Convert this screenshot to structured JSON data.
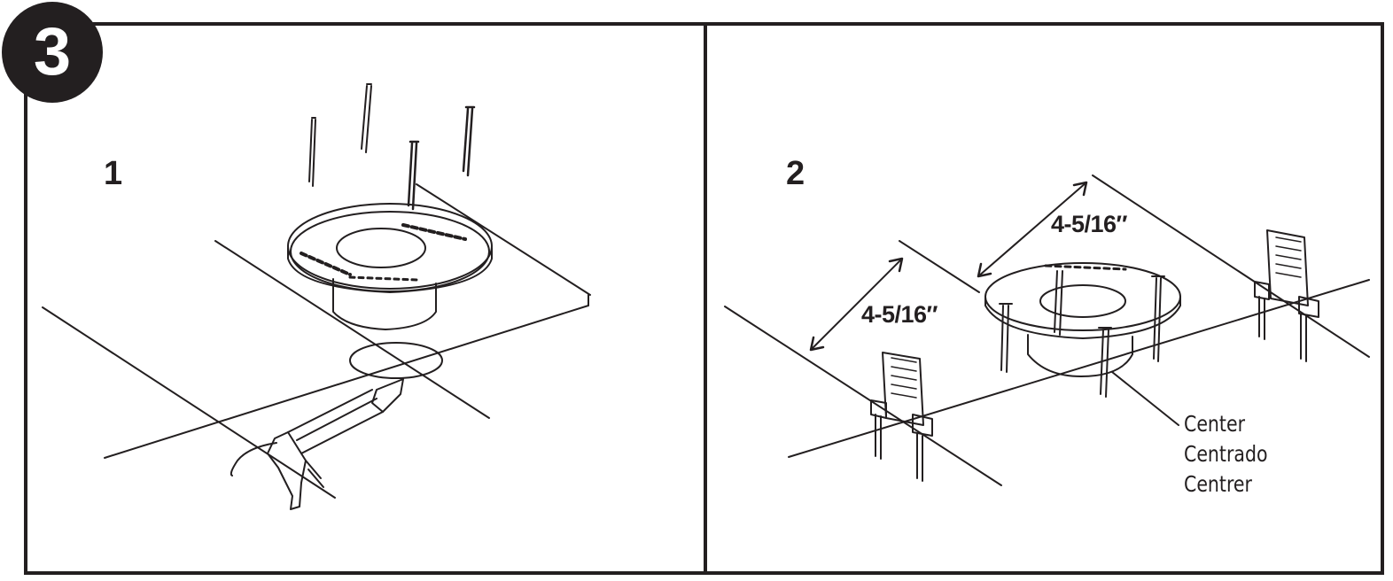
{
  "step": {
    "number": "3"
  },
  "panel1": {
    "label": "1"
  },
  "panel2": {
    "label": "2",
    "dimension_top": "4-5/16″",
    "dimension_left": "4-5/16″",
    "center_labels": [
      "Center",
      "Centrado",
      "Centrer"
    ]
  },
  "colors": {
    "ink": "#231f20",
    "background": "#ffffff"
  }
}
